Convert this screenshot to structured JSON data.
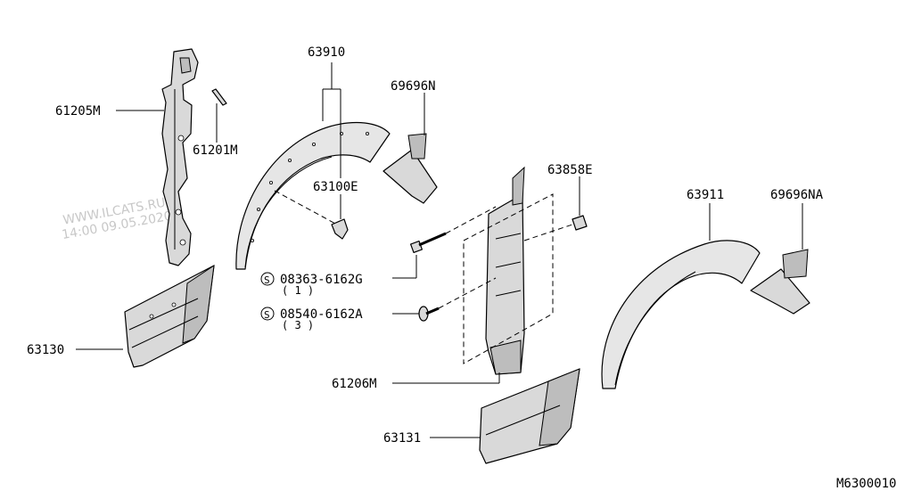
{
  "labels": {
    "p61205M": "61205M",
    "p61201M": "61201M",
    "p63910": "63910",
    "p69696N": "69696N",
    "p63100E": "63100E",
    "p63858E": "63858E",
    "p63911": "63911",
    "p69696NA": "69696NA",
    "p08363": "08363-6162G",
    "p08363_qty": "( 1 )",
    "p08540": "08540-6162A",
    "p08540_qty": "( 3 )",
    "p63130": "63130",
    "p61206M": "61206M",
    "p63131": "63131",
    "std_symbol": "S",
    "diagram_code": "M6300010"
  },
  "watermark": {
    "line1": "WWW.ILCATS.RU",
    "line2": "14:00 09.05.2020"
  }
}
